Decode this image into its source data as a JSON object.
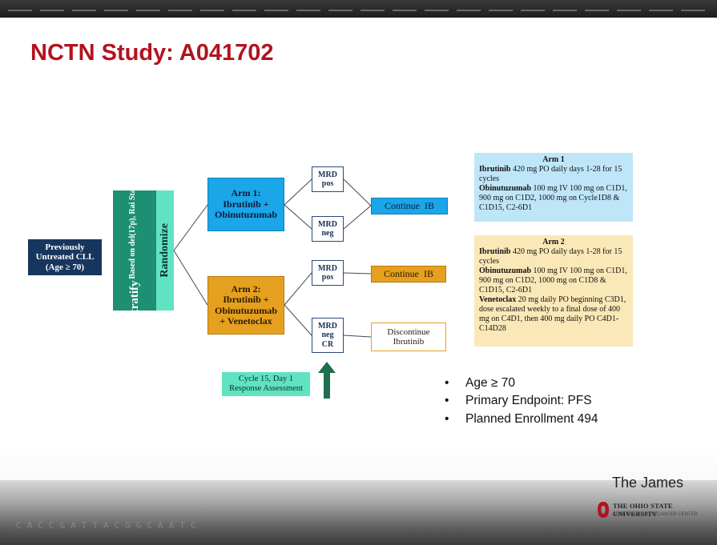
{
  "title": "NCTN Study: A041702",
  "patient_box": [
    "Previously",
    "Untreated CLL",
    "(Age ≥ 70)"
  ],
  "stratify": {
    "label": "Stratify",
    "sub": [
      "Based on del(17p),",
      "Rai Stage"
    ]
  },
  "randomize": "Randomize",
  "arm1_box": [
    "Arm 1:",
    "Ibrutinib +",
    "Obinutuzumab"
  ],
  "arm2_box": [
    "Arm 2:",
    "Ibrutinib +",
    "Obinutuzumab",
    "+ Venetoclax"
  ],
  "mrd_boxes": [
    [
      "MRD",
      "pos"
    ],
    [
      "MRD",
      "neg"
    ],
    [
      "MRD",
      "pos"
    ],
    [
      "MRD",
      "neg",
      "CR"
    ]
  ],
  "outcomes": {
    "continue_arm1": "Continue  IB",
    "continue_arm2": "Continue  IB",
    "discontinue": [
      "Discontinue",
      "Ibrutinib"
    ]
  },
  "cycle_box": [
    "Cycle 15, Day 1",
    "Response Assessment"
  ],
  "arm1_detail": {
    "header": "Arm 1",
    "lines": [
      {
        "drug": "Ibrutinib",
        "text": " 420 mg PO daily days 1-28 for 15 cycles"
      },
      {
        "drug": "Obinutuzumab",
        "text": " 100 mg IV 100 mg on C1D1, 900 mg on C1D2, 1000 mg on Cycle1D8 & C1D15, C2-6D1"
      }
    ]
  },
  "arm2_detail": {
    "header": "Arm 2",
    "lines": [
      {
        "drug": "Ibrutinib",
        "text": " 420 mg PO daily days 1-28 for 15 cycles"
      },
      {
        "drug": "Obinutuzumab",
        "text": " 100 mg IV 100 mg on C1D1, 900 mg on C1D2, 1000 mg on C1D8 & C1D15, C2-6D1"
      },
      {
        "drug": "Venetoclax",
        "text": " 20 mg daily PO beginning C3D1, dose escalated weekly to a final dose of 400 mg on C4D1, then 400 mg daily PO C4D1-C14D28"
      }
    ]
  },
  "bullets": [
    "Age ≥ 70",
    "Primary Endpoint:  PFS",
    "Planned Enrollment  494"
  ],
  "brand": "The James",
  "university": {
    "name": "The Ohio State University",
    "sub": "COMPREHENSIVE CANCER CENTER"
  },
  "colors": {
    "title": "#b3121f",
    "arm1": "#1aa6e8",
    "arm2": "#e6a01f",
    "stratify": "#1d8f72",
    "randomize": "#5fe3c3",
    "patient": "#17365d",
    "arm1_detail_bg": "#bfe6f8",
    "arm2_detail_bg": "#fbe8b8",
    "arrow": "#1e6e4f",
    "osu_red": "#b3121f"
  }
}
